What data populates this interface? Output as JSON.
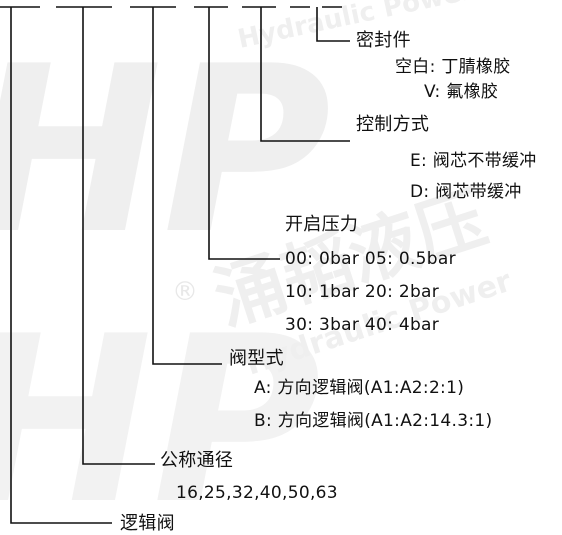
{
  "diagram": {
    "seal": {
      "title": "密封件",
      "options": [
        "空白: 丁腈橡胶",
        "V: 氟橡胶"
      ]
    },
    "control": {
      "title": "控制方式",
      "options": [
        "E: 阀芯不带缓冲",
        "D: 阀芯带缓冲"
      ]
    },
    "pressure": {
      "title": "开启压力",
      "options": [
        "00: 0bar 05: 0.5bar",
        "10: 1bar 20: 2bar",
        "30: 3bar 40: 4bar"
      ]
    },
    "valve_type": {
      "title": "阀型式",
      "options": [
        "A: 方向逻辑阀(A1:A2:2:1)",
        "B: 方向逻辑阀(A1:A2:14.3:1)"
      ]
    },
    "nominal_size": {
      "title": "公称通径",
      "options": [
        "16,25,32,40,50,63"
      ]
    },
    "logic_valve": {
      "title": "逻辑阀"
    }
  },
  "watermark": {
    "brand_cn": "涌韬液压",
    "brand_en": "Hydraulic Power",
    "logo": "HP",
    "registered": "®",
    "color": "#e6e6e6"
  },
  "colors": {
    "line": "#111111",
    "text": "#111111"
  }
}
